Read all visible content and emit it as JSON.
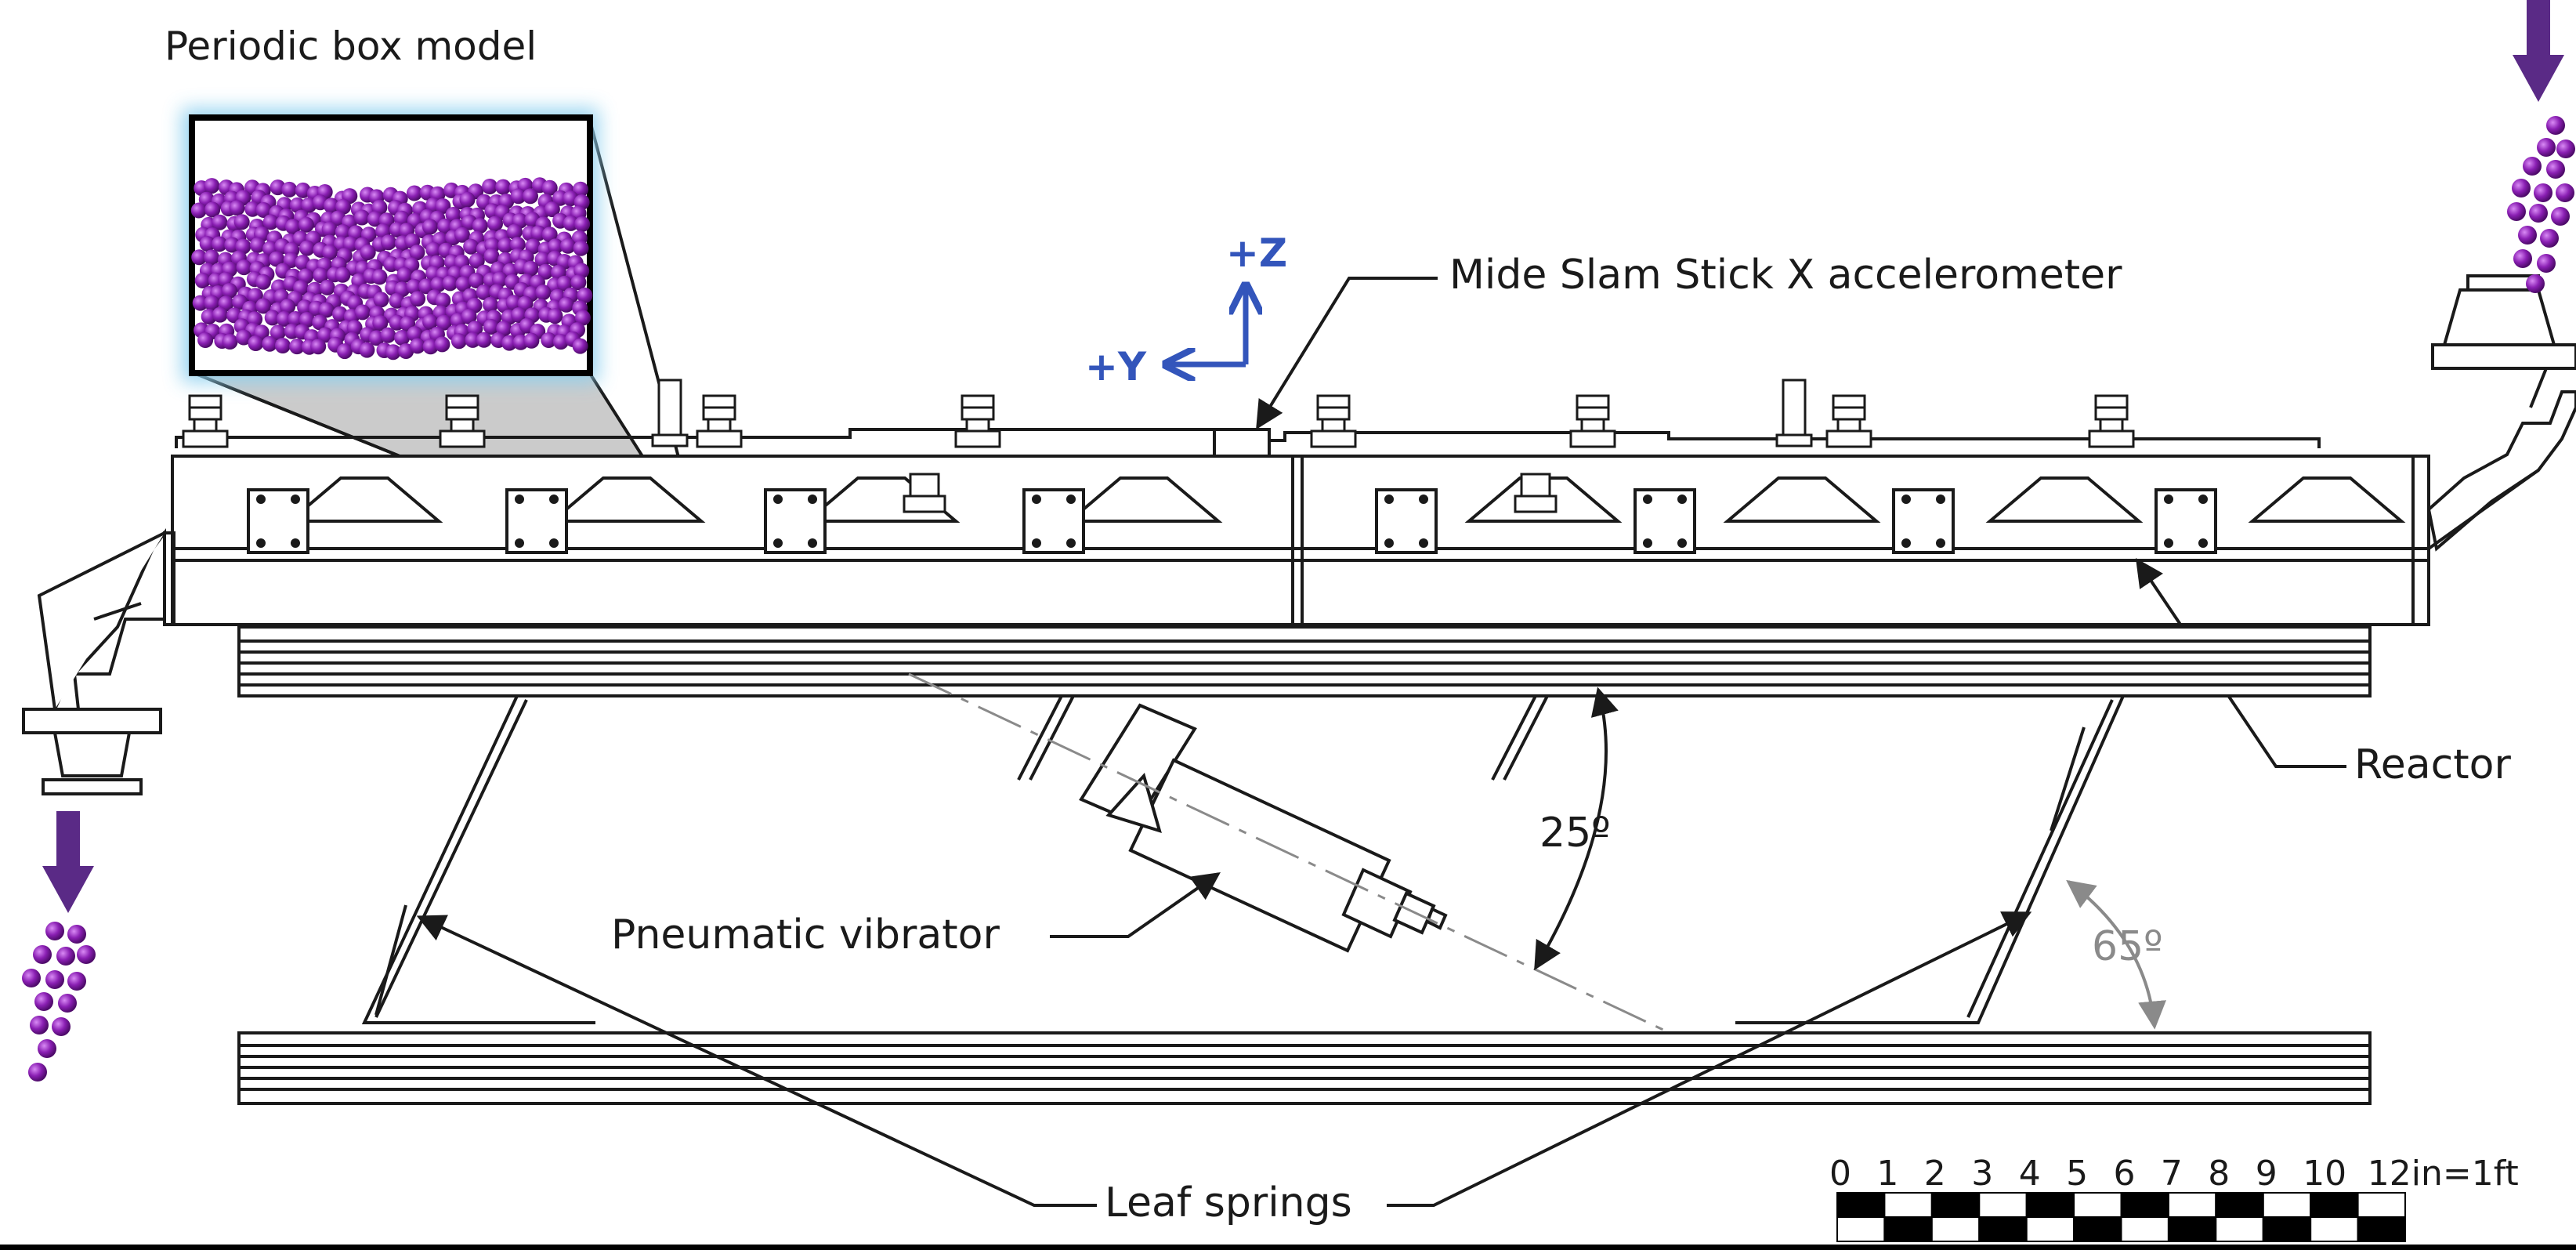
{
  "labels": {
    "periodic_box_model": "Periodic box model",
    "accelerometer": "Mide Slam Stick X accelerometer",
    "reactor": "Reactor",
    "pneumatic_vibrator": "Pneumatic vibrator",
    "leaf_springs": "Leaf springs",
    "angle_25": "25º",
    "angle_65": "65º"
  },
  "axes": {
    "z_label": "+Z",
    "y_label": "+Y",
    "color": "#3355bb"
  },
  "scale_bar": {
    "ticks": [
      "0",
      "1",
      "2",
      "3",
      "4",
      "5",
      "6",
      "7",
      "8",
      "9",
      "10",
      "12in=1ft"
    ]
  },
  "colors": {
    "particles": "#8a1fb3",
    "particle_highlight": "#c466e8",
    "flow_arrow": "#5a2a86",
    "box_glow": "#8fd0ef",
    "line": "#1a1a1a",
    "gray_dim": "#8a8a8a"
  }
}
